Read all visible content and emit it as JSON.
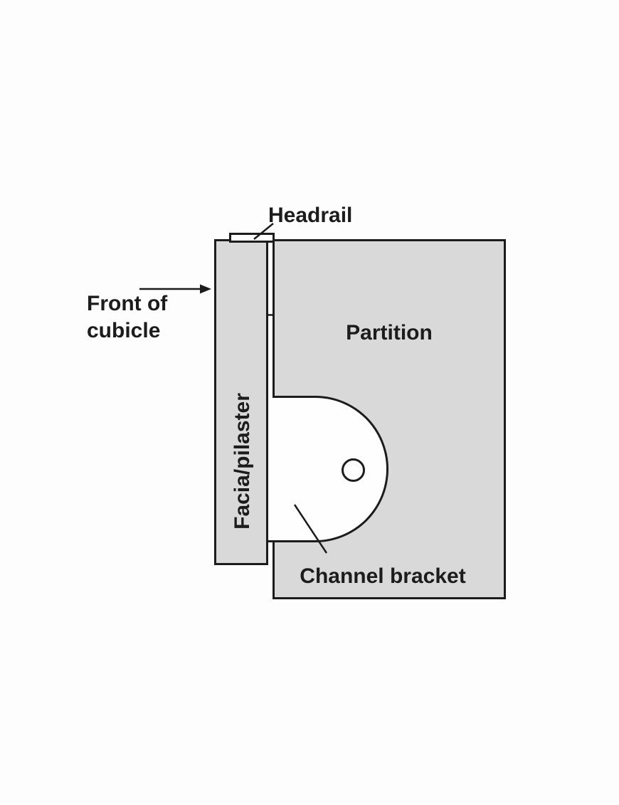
{
  "diagram": {
    "type": "technical-plan-view",
    "subject": "cubicle partition channel bracket assembly"
  },
  "labels": {
    "headrail": "Headrail",
    "front_line1": "Front of",
    "front_line2": "cubicle",
    "partition": "Partition",
    "facia_pilaster": "Facia/pilaster",
    "channel_bracket": "Channel bracket"
  },
  "colors": {
    "panel_fill": "#d9d9d9",
    "bracket_fill": "#fefefe",
    "outline": "#1c1c1c",
    "background": "#fdfdfd",
    "text": "#1c1c1c"
  }
}
